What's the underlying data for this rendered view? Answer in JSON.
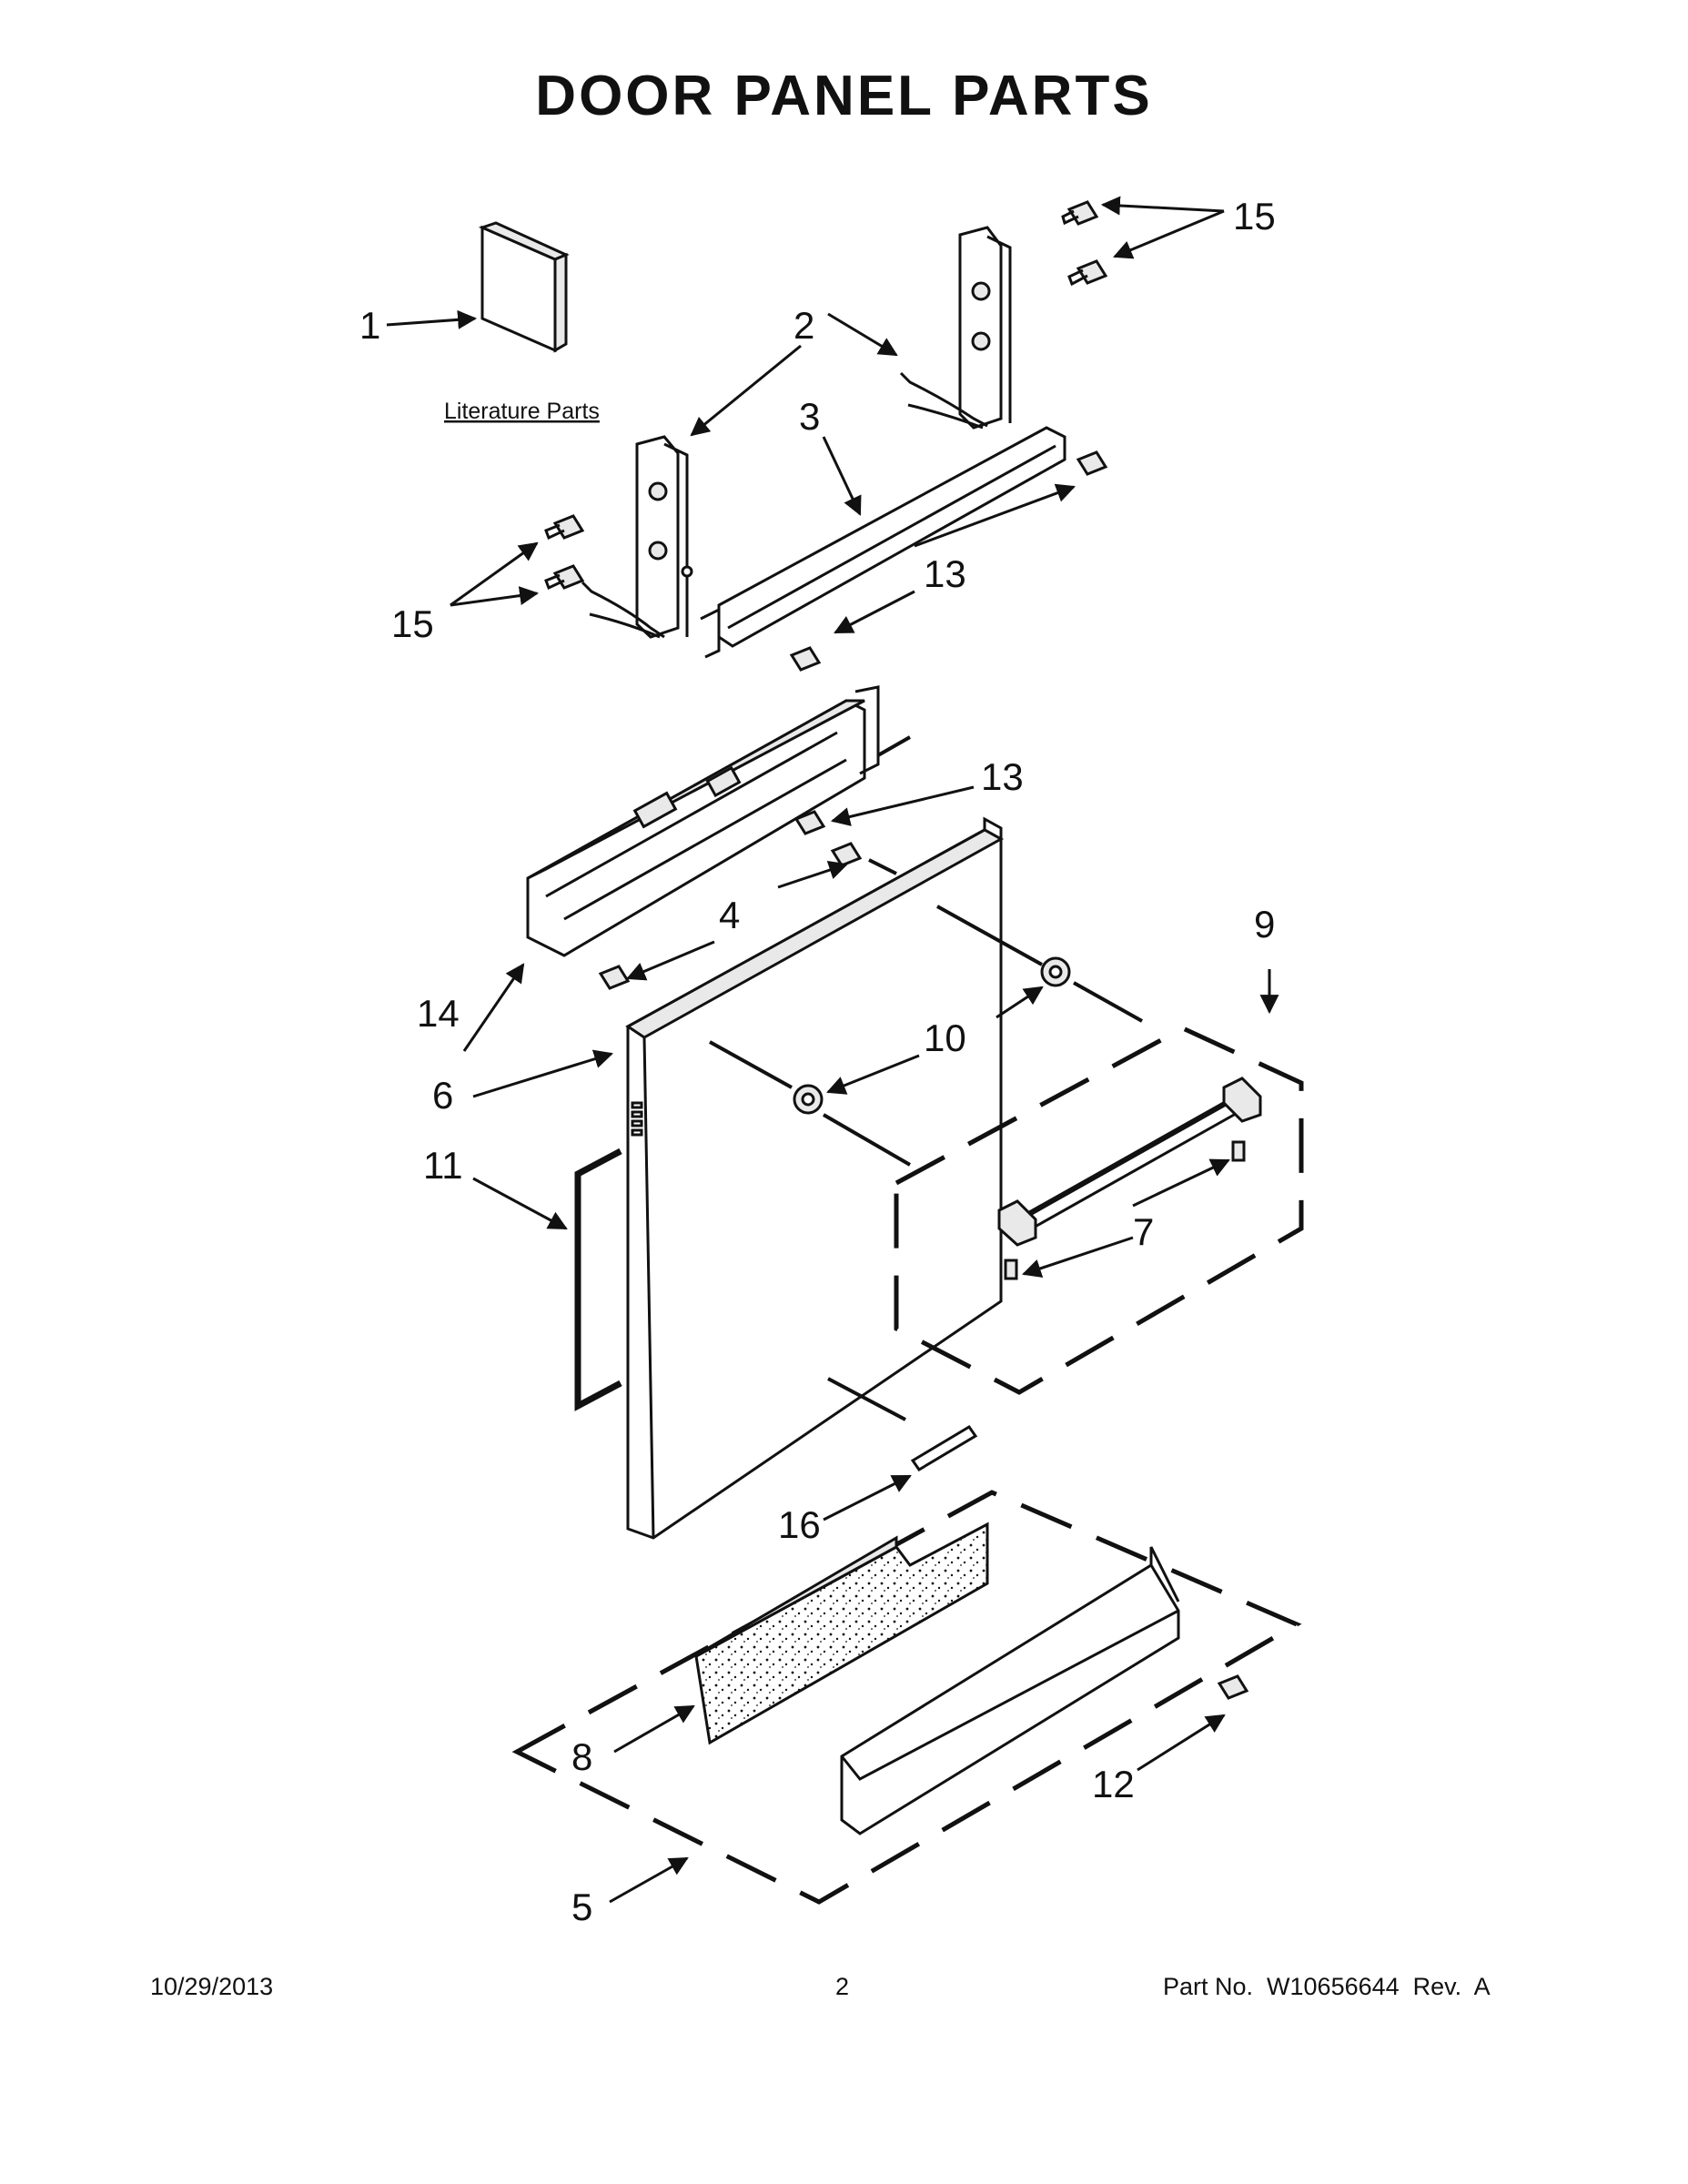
{
  "title": "DOOR PANEL PARTS",
  "group_label": "Literature Parts",
  "callouts": {
    "c1": "1",
    "c2": "2",
    "c3": "3",
    "c4": "4",
    "c5": "5",
    "c6": "6",
    "c7": "7",
    "c8": "8",
    "c9": "9",
    "c10": "10",
    "c11": "11",
    "c12": "12",
    "c13a": "13",
    "c13b": "13",
    "c14": "14",
    "c15a": "15",
    "c15b": "15",
    "c16": "16"
  },
  "footer": {
    "date": "10/29/2013",
    "page": "2",
    "part_no": "Part No.  W10656644  Rev.  A"
  }
}
